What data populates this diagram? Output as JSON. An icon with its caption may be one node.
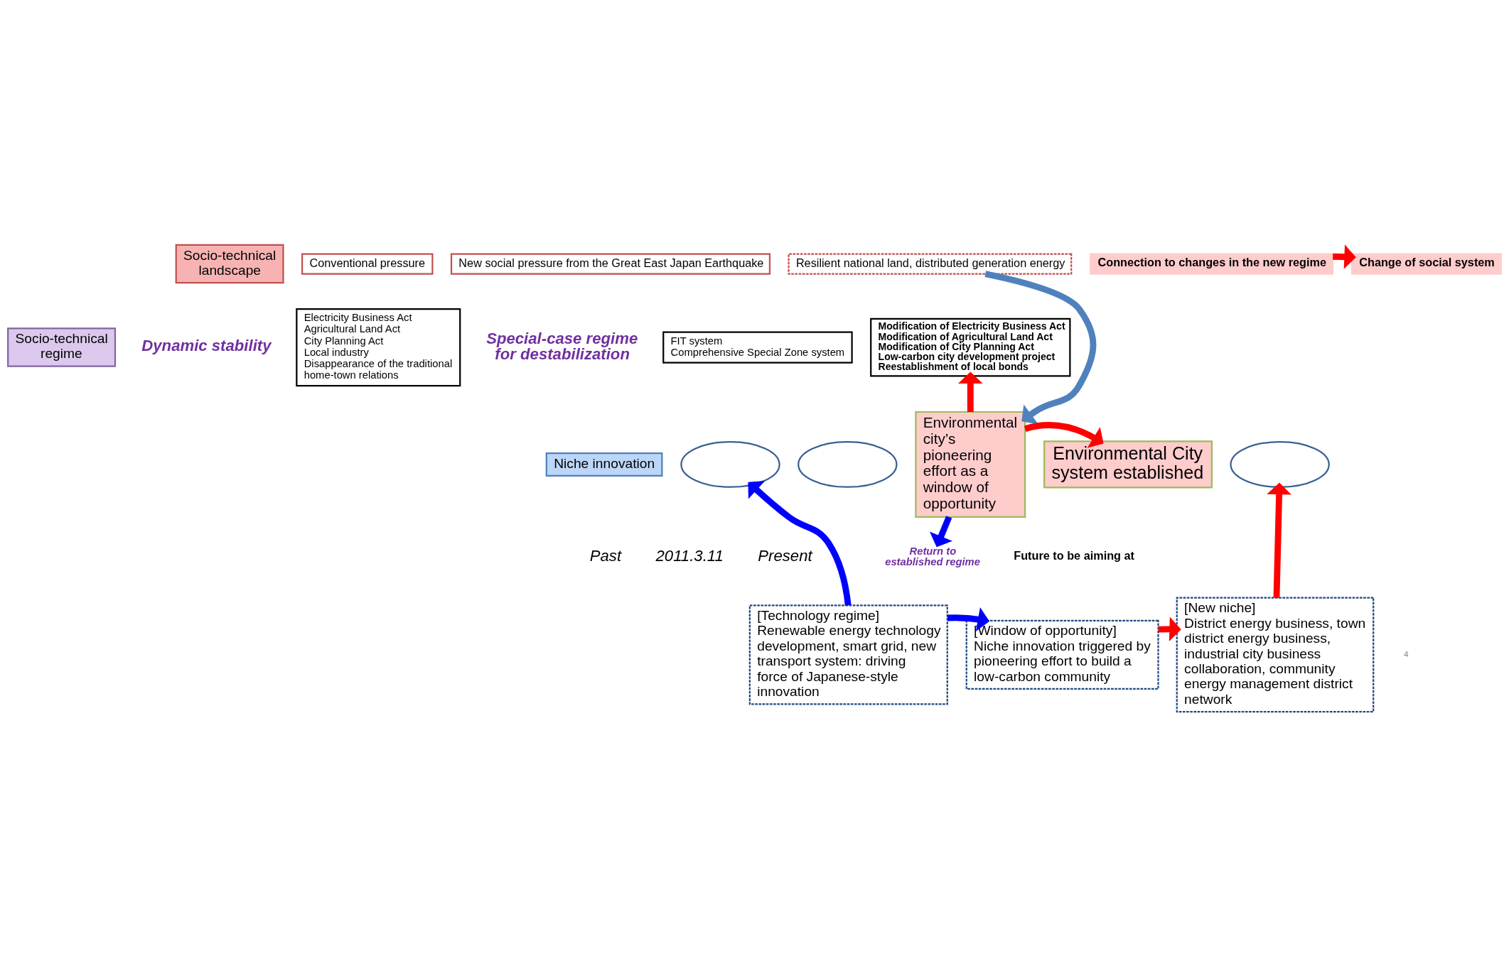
{
  "diagram": {
    "nodes": [
      {
        "text": [
          "Socio-technical landscape"
        ]
      },
      {
        "text": [
          "Conventional pressure"
        ]
      },
      {
        "text": [
          "New social pressure from the Great East Japan Earthquake"
        ]
      },
      {
        "text": [
          "Resilient national land, distributed generation energy"
        ]
      },
      {
        "text": [
          "Change of social system"
        ]
      },
      {
        "text": [
          "Connection to changes in the new regime"
        ]
      },
      {
        "text": [
          "Socio-technical regime"
        ]
      },
      {
        "text": [
          "Electricity Business Act",
          "Agricultural Land Act",
          "City Planning Act",
          "Local industry",
          "Disappearance of the traditional home-town relations"
        ]
      },
      {
        "text": [
          "FIT system",
          "Comprehensive Special Zone system"
        ]
      },
      {
        "text": [
          "Modification of Electricity Business Act",
          "Modification of Agricultural Land Act",
          "Modification of City Planning Act",
          "Low-carbon city development project",
          "Reestablishment of local bonds"
        ]
      },
      {
        "text": [
          "Niche innovation"
        ]
      },
      {
        "text": [
          "Environmental city’s pioneering effort as a window of opportunity"
        ]
      },
      {
        "text": [
          "Environmental City system established"
        ]
      },
      {
        "text": [],
        "shape": "ellipse"
      },
      {
        "text": [],
        "shape": "ellipse"
      },
      {
        "text": [],
        "shape": "ellipse"
      },
      {
        "text": [
          "[Technology regime]",
          "Renewable energy technology development, smart grid, new transport system: driving force of Japanese-style innovation"
        ]
      },
      {
        "text": [
          "[Window of opportunity]",
          "Niche innovation triggered by pioneering effort to build a low-carbon community"
        ]
      },
      {
        "text": [
          "[New niche]",
          "District energy business, town district energy business, industrial city business collaboration, community energy management district network"
        ]
      },
      {
        "text": [
          "Return to established regime"
        ]
      }
    ],
    "edges": [
      {
        "from": 3,
        "to": 11,
        "arrow": "to",
        "color": "#4f81bd"
      },
      {
        "from": 5,
        "to": 4,
        "arrow": "to"
      },
      {
        "from": 11,
        "to": 9,
        "arrow": "to"
      },
      {
        "from": 11,
        "to": 12,
        "arrow": "to"
      },
      {
        "from": 11,
        "to": 19,
        "arrow": "to",
        "color": "#0000ff"
      },
      {
        "from": 16,
        "to": 13,
        "arrow": "to",
        "color": "#0000ff"
      },
      {
        "from": 16,
        "to": 17,
        "arrow": "to",
        "color": "#0000ff"
      },
      {
        "from": 17,
        "to": 18,
        "arrow": "to"
      },
      {
        "from": 18,
        "to": 15,
        "arrow": "to"
      }
    ],
    "labels": [
      "Dynamic stability",
      "Special-case regime for destabilization",
      "Past",
      "2011.3.11",
      "Present",
      "Future to be aiming at",
      "4"
    ]
  }
}
